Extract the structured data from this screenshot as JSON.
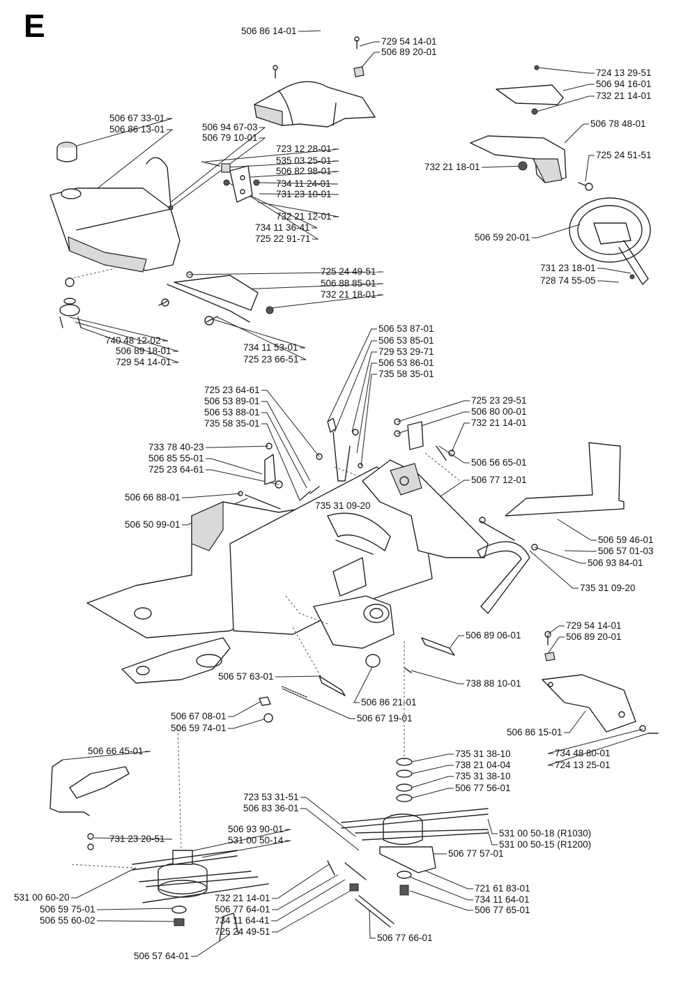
{
  "section": "E",
  "labels": [
    "506 86 14-01",
    "729 54 14-01",
    "506 89 20-01",
    "724 13 29-51",
    "506 94 16-01",
    "732 21 14-01",
    "506 78 48-01",
    "725 24 51-51",
    "732 21 18-01",
    "506 59 20-01",
    "731 23 18-01",
    "728 74 55-05",
    "506 67 33-01",
    "506 86 13-01",
    "506 94 67-03",
    "506 79 10-01",
    "723 12 28-01",
    "535 03 25-01",
    "506 82 98-01",
    "734 11 24-01",
    "731 23 10-01",
    "732 21 12-01",
    "734 11 36-41",
    "725 22 91-71",
    "725 24 49-51",
    "506 88 85-01",
    "732 21 18-01",
    "740 48 12-02",
    "506 89 18-01",
    "729 54 14-01",
    "734 11 53-01",
    "725 23 66-51",
    "506 53 87-01",
    "506 53 85-01",
    "729 53 29-71",
    "506 53 86-01",
    "735 58 35-01",
    "725 23 64-61",
    "506 53 89-01",
    "506 53 88-01",
    "735 58 35-01",
    "725 23 29-51",
    "506 80 00-01",
    "732 21 14-01",
    "506 56 65-01",
    "733 78 40-23",
    "506 85 55-01",
    "725 23 64-61",
    "506 77 12-01",
    "735 31 09-20",
    "506 66 88-01",
    "506 50 99-01",
    "506 59 46-01",
    "506 57 01-03",
    "506 93 84-01",
    "735 31 09-20",
    "729 54 14-01",
    "506 89 20-01",
    "506 89 06-01",
    "738 88 10-01",
    "506 57 63-01",
    "506 86 21-01",
    "506 67 08-01",
    "506 67 19-01",
    "506 59 74-01",
    "506 86 15-01",
    "734 48 80-01",
    "724 13 25-01",
    "506 66 45-01",
    "735 31 38-10",
    "738 21 04-04",
    "735 31 38-10",
    "506 77 56-01",
    "723 53 31-51",
    "506 83 36-01",
    "731 23 20-51",
    "506 93 90-01",
    "531 00 50-14",
    "531 00 50-18 (R1030)",
    "531 00 50-15 (R1200)",
    "506 77 57-01",
    "531 00 60-20",
    "506 59 75-01",
    "506 55 60-02",
    "721 61 83-01",
    "734 11 64-01",
    "506 77 65-01",
    "732 21 14-01",
    "506 77 64-01",
    "734 11 64-41",
    "725 24 49-51",
    "506 77 66-01",
    "506 57 64-01"
  ]
}
